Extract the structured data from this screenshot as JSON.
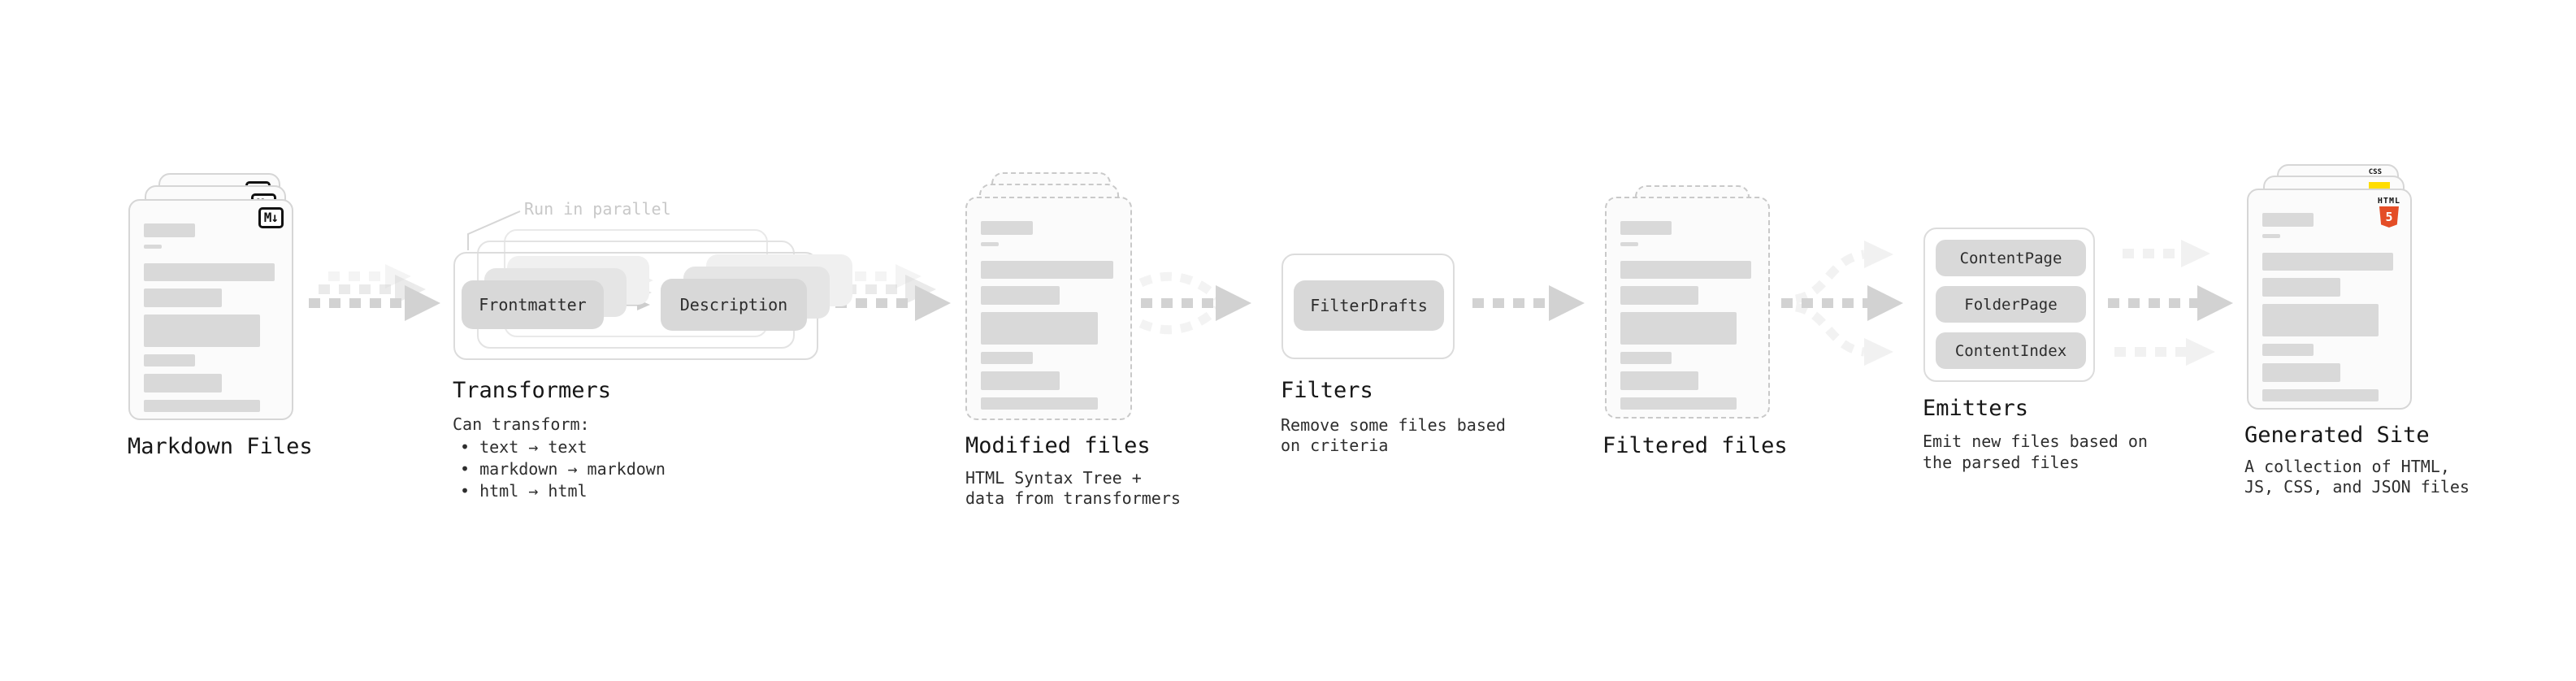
{
  "colors": {
    "accent_html5": "#e44d26",
    "accent_css_bar": "#2965f1",
    "accent_js": "#ffdd00",
    "arrow_gray": "#d2d2d2",
    "pill_gray": "#d8d8d8",
    "text_dark": "#161616"
  },
  "markdown_files": {
    "label": "Markdown Files",
    "badge": "M↓"
  },
  "transformers": {
    "label": "Transformers",
    "callout": "Run in parallel",
    "pill_left": "Frontmatter",
    "pill_right": "Description",
    "note_title": "Can transform:",
    "note_items": [
      "• text → text",
      "• markdown → markdown",
      "• html → html"
    ]
  },
  "modified_files": {
    "label": "Modified files",
    "desc_lines": [
      "HTML Syntax Tree +",
      "data from transformers"
    ]
  },
  "filters": {
    "label": "Filters",
    "pill": "FilterDrafts",
    "desc_lines": [
      "Remove some files based",
      "on criteria"
    ]
  },
  "filtered_files": {
    "label": "Filtered files"
  },
  "emitters": {
    "label": "Emitters",
    "pills": [
      "ContentPage",
      "FolderPage",
      "ContentIndex"
    ],
    "desc_lines": [
      "Emit new files based on",
      "the parsed files"
    ]
  },
  "generated_site": {
    "label": "Generated Site",
    "desc_lines": [
      "A collection of HTML,",
      "JS, CSS, and JSON files"
    ],
    "badge_html_word": "HTML",
    "badge_html_number": "5",
    "badge_css": "CSS"
  }
}
